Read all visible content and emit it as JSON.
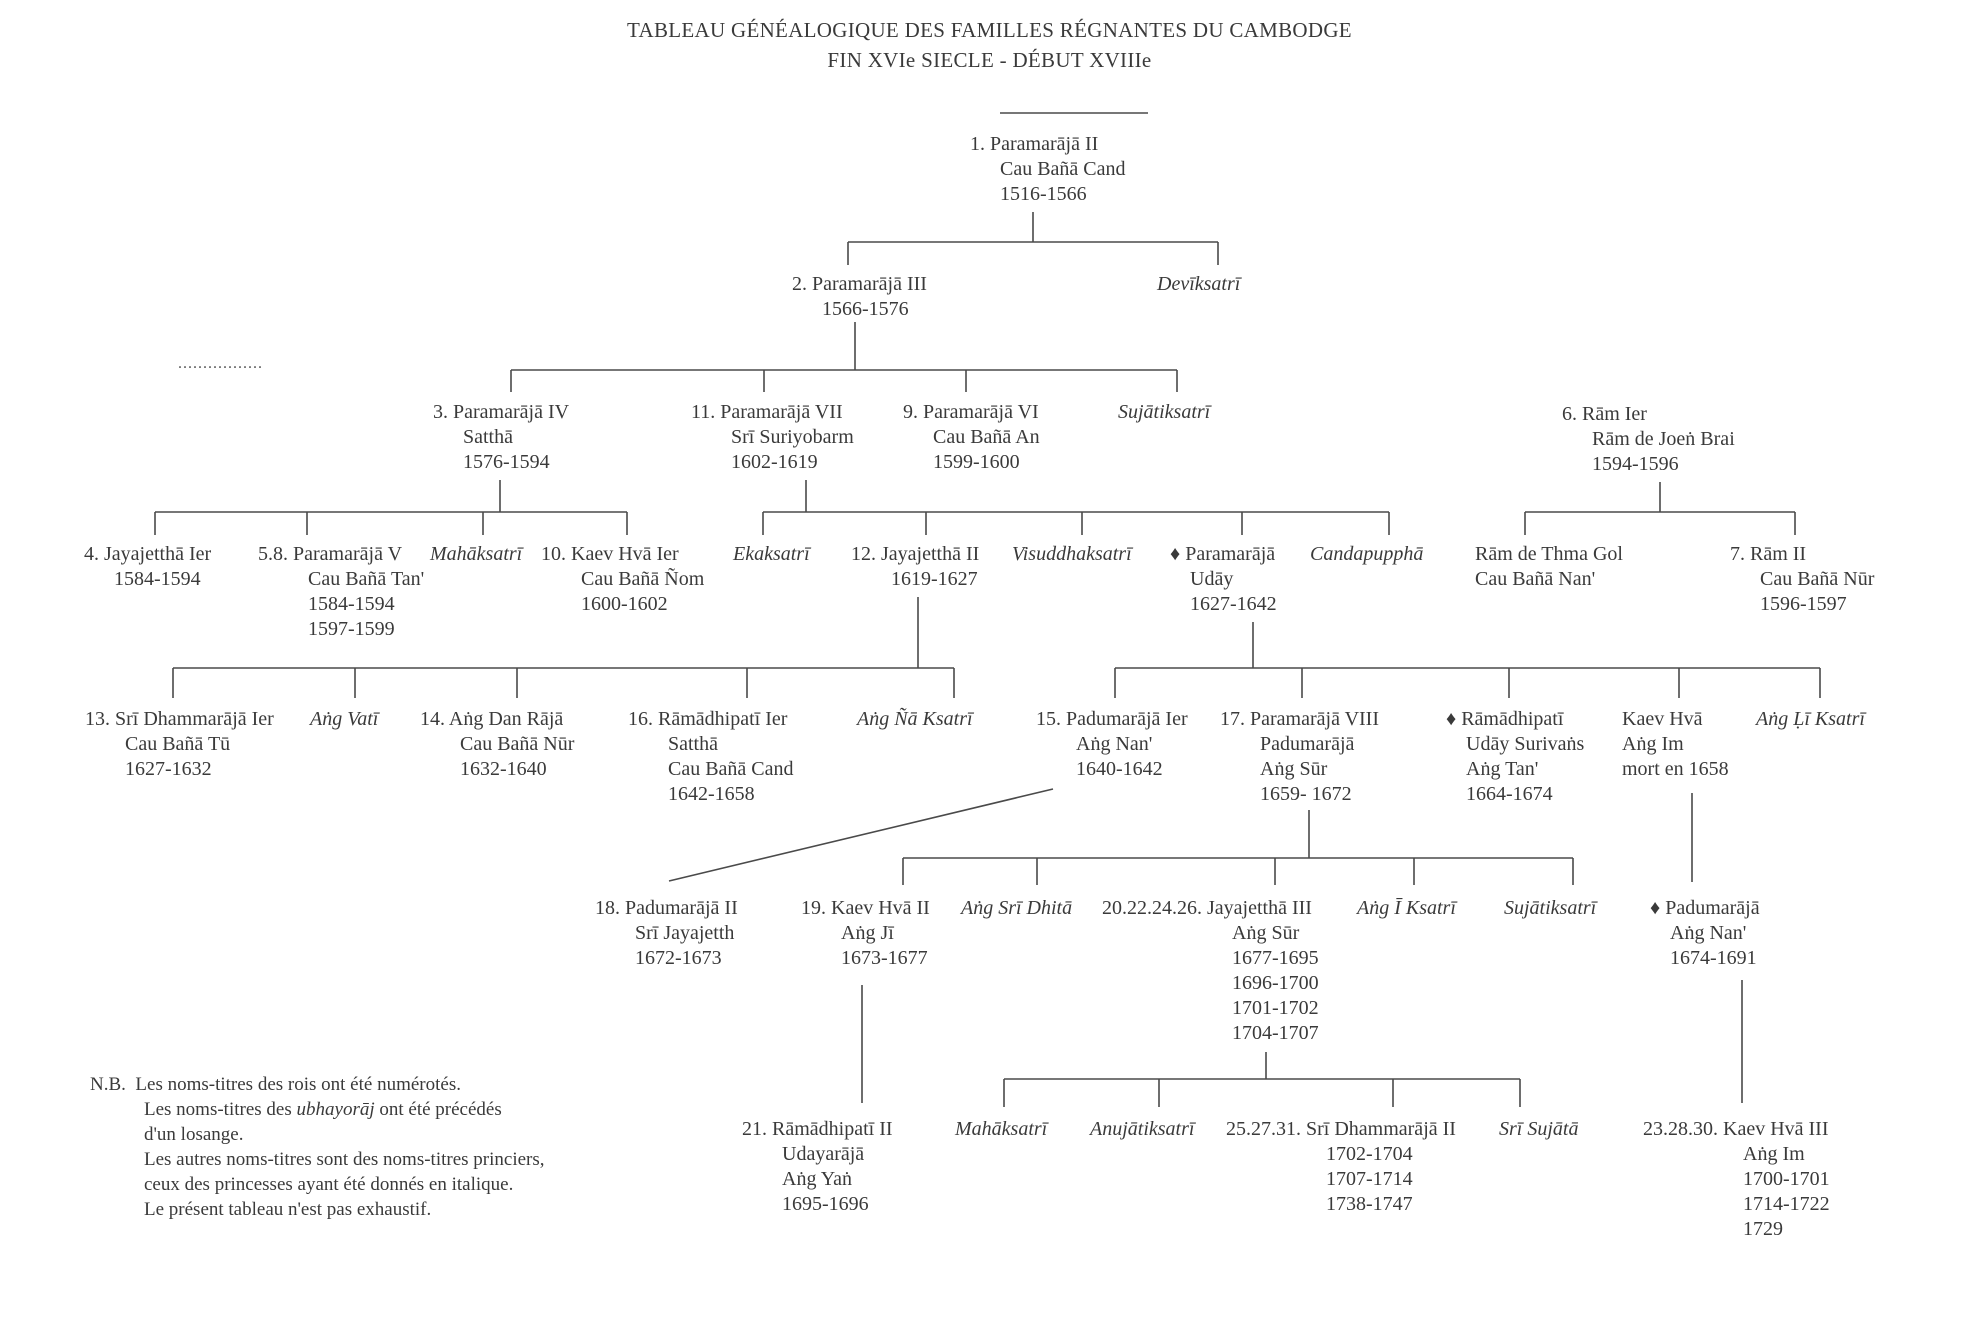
{
  "title": {
    "line1": "TABLEAU GÉNÉALOGIQUE DES FAMILLES RÉGNANTES DU CAMBODGE",
    "line2": "FIN XVIe SIECLE - DÉBUT XVIIIe"
  },
  "dots": ".................",
  "nodes": {
    "n1": [
      "1. Paramarājā II",
      "Cau Bañā Cand",
      "1516-1566"
    ],
    "n2": [
      "2. Paramarājā III",
      "1566-1576"
    ],
    "deviksatri": [
      "Devīksatrī"
    ],
    "n3": [
      "3. Paramarājā IV",
      "Satthā",
      "1576-1594"
    ],
    "n11": [
      "11. Paramarājā VII",
      "Srī Suriyobarm",
      "1602-1619"
    ],
    "n9": [
      "9. Paramarājā VI",
      "Cau Bañā An",
      "1599-1600"
    ],
    "sujatiksatri1": [
      "Sujātiksatrī"
    ],
    "n6": [
      "6. Rām Ier",
      "Rām de Joeṅ Brai",
      "1594-1596"
    ],
    "n4": [
      "4. Jayajetthā Ier",
      "1584-1594"
    ],
    "n5_8": [
      "5.8. Paramarājā V",
      "Cau Bañā Tan'",
      "1584-1594",
      "1597-1599"
    ],
    "mahaksatri1": [
      "Mahāksatrī"
    ],
    "n10": [
      "10. Kaev Hvā Ier",
      "Cau Bañā Ñom",
      "1600-1602"
    ],
    "ekaksatri": [
      "Ekaksatrī"
    ],
    "n12": [
      "12. Jayajetthā II",
      "1619-1627"
    ],
    "visuddhaksatri": [
      "Visuddhaksatrī"
    ],
    "paramaraja_uday": [
      "♦ Paramarājā",
      "Udāy",
      "1627-1642"
    ],
    "candapuppha": [
      "Candapupphā"
    ],
    "ram_thma": [
      "Rām de Thma Gol",
      "Cau Bañā Nan'"
    ],
    "n7": [
      "7. Rām II",
      "Cau Bañā Nūr",
      "1596-1597"
    ],
    "n13": [
      "13. Srī Dhammarājā Ier",
      "Cau Bañā Tū",
      "1627-1632"
    ],
    "ang_vati": [
      "Aṅg  Vatī"
    ],
    "n14": [
      "14. Aṅg Dan Rājā",
      "Cau Bañā Nūr",
      "1632-1640"
    ],
    "n16": [
      "16. Rāmādhipatī Ier",
      "Satthā",
      "Cau Bañā Cand",
      "1642-1658"
    ],
    "ang_na_ksatri": [
      "Aṅg Ñā Ksatrī"
    ],
    "n15": [
      "15. Padumarājā Ier",
      "Aṅg Nan'",
      "1640-1642"
    ],
    "n17": [
      "17. Paramarājā VIII",
      "Padumarājā",
      "Aṅg Sūr",
      "1659- 1672"
    ],
    "ramadhipati_uday": [
      "♦ Rāmādhipatī",
      "Udāy Surivaṅs",
      "Aṅg Tan'",
      "1664-1674"
    ],
    "kaev_hva_im": [
      "Kaev Hvā",
      "Aṅg Im",
      "mort en 1658"
    ],
    "ang_li_ksatri": [
      "Aṅg Ḷī Ksatrī"
    ],
    "n18": [
      "18. Padumarājā II",
      "Srī Jayajetth",
      "1672-1673"
    ],
    "n19": [
      "19. Kaev Hvā II",
      "Aṅg Jī",
      "1673-1677"
    ],
    "ang_sri_dhita": [
      "Aṅg Srī Dhitā"
    ],
    "n20": [
      "20.22.24.26. Jayajetthā III",
      "Aṅg Sūr",
      "1677-1695",
      "1696-1700",
      "1701-1702",
      "1704-1707"
    ],
    "ang_i_ksatri": [
      "Aṅg  Ī  Ksatrī"
    ],
    "sujatiksatri2": [
      "Sujātiksatrī"
    ],
    "padumaraja_nan": [
      "♦ Padumarājā",
      "Aṅg Nan'",
      "1674-1691"
    ],
    "n21": [
      "21. Rāmādhipatī II",
      "Udayarājā",
      "Aṅg Yaṅ",
      "1695-1696"
    ],
    "mahaksatri2": [
      "Mahāksatrī"
    ],
    "anujatiksatri": [
      "Anujātiksatrī"
    ],
    "n25": [
      "25.27.31. Srī Dhammarājā II",
      "1702-1704",
      "1707-1714",
      "1738-1747"
    ],
    "sri_sujata": [
      "Srī Sujātā"
    ],
    "n23": [
      "23.28.30. Kaev Hvā III",
      "Aṅg Im",
      "1700-1701",
      "1714-1722",
      "1729"
    ]
  },
  "note": {
    "label": "N.B.",
    "line1": "Les noms-titres des rois ont été numérotés.",
    "line2_a": "Les noms-titres des ",
    "line2_em": "ubhayorāj",
    "line2_b": " ont été précédés",
    "line3": "d'un  losange.",
    "line4": "Les autres noms-titres sont des noms-titres princiers,",
    "line5": "ceux des princesses ayant été donnés en italique.",
    "line6": "Le présent tableau n'est pas exhaustif."
  }
}
